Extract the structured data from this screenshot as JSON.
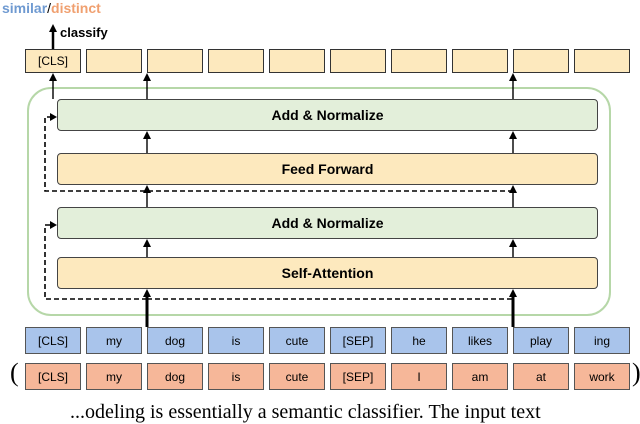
{
  "header": {
    "similar": "similar",
    "slash": "/",
    "distinct": "distinct",
    "classify": "classify"
  },
  "output_tokens": [
    "[CLS]",
    "",
    "",
    "",
    "",
    "",
    "",
    "",
    "",
    ""
  ],
  "layers": {
    "add_norm_top": "Add & Normalize",
    "feed_forward": "Feed Forward",
    "add_norm_bottom": "Add & Normalize",
    "self_attention": "Self-Attention"
  },
  "input_row_1": [
    "[CLS]",
    "my",
    "dog",
    "is",
    "cute",
    "[SEP]",
    "he",
    "likes",
    "play",
    "ing"
  ],
  "input_row_2": [
    "[CLS]",
    "my",
    "dog",
    "is",
    "cute",
    "[SEP]",
    "I",
    "am",
    "at",
    "work"
  ],
  "parens": {
    "open": "(",
    "close": ")"
  },
  "caption_fragment": "...odeling is essentially a semantic classifier. The input text",
  "colors": {
    "similar": "#6f9ad1",
    "distinct": "#f0a070",
    "encoder_border": "#b6d7a8",
    "green_layer": "#e3efda",
    "yellow_layer": "#fde9be",
    "blue_token": "#a9c4eb",
    "orange_token": "#f6b799"
  }
}
